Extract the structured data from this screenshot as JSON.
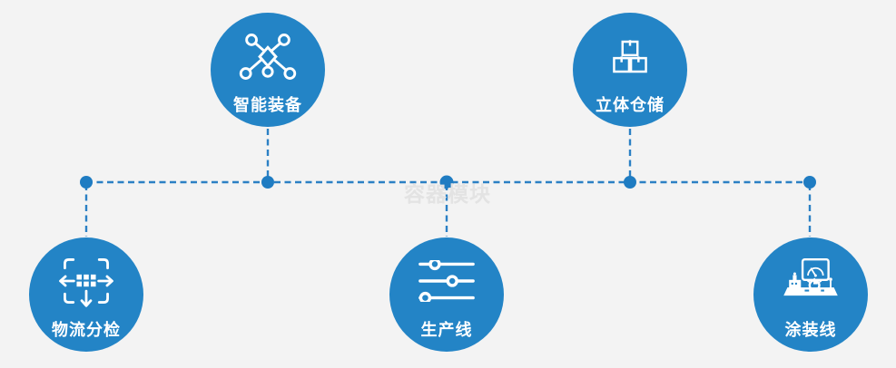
{
  "page": {
    "background": "#f3f3f3"
  },
  "theme": {
    "node_fill": "#2384c6",
    "connector_blue": "#2b80c4",
    "icon_color": "#ffffff",
    "label_color": "#ffffff",
    "watermark_color": "#e3e3e3"
  },
  "watermark": {
    "text": "容器模块"
  },
  "nodes": [
    {
      "label": "智能装备",
      "icon": "network-nodes-icon"
    },
    {
      "label": "立体仓储",
      "icon": "stacked-boxes-icon"
    },
    {
      "label": "物流分检",
      "icon": "move-sort-icon"
    },
    {
      "label": "生产线",
      "icon": "sliders-icon"
    },
    {
      "label": "涂装线",
      "icon": "control-station-icon"
    }
  ]
}
